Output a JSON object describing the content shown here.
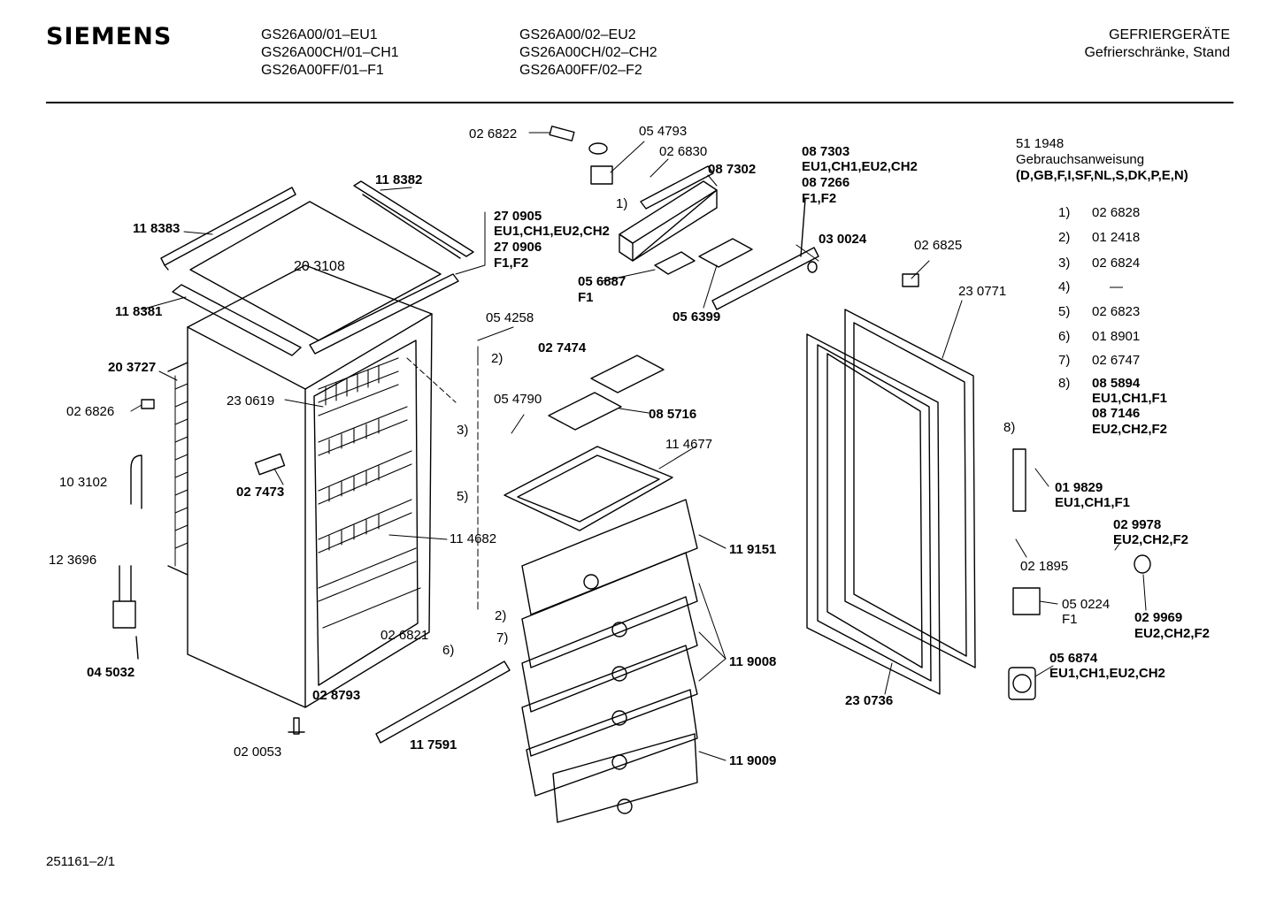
{
  "header": {
    "brand": "SIEMENS",
    "models_col1": [
      "GS26A00/01–EU1",
      "GS26A00CH/01–CH1",
      "GS26A00FF/01–F1"
    ],
    "models_col2": [
      "GS26A00/02–EU2",
      "GS26A00CH/02–CH2",
      "GS26A00FF/02–F2"
    ],
    "category": "GEFRIERGERÄTE",
    "subcategory": "Gefrierschränke, Stand"
  },
  "footer": {
    "doc_id": "251161–2/1"
  },
  "manual": {
    "number": "51 1948",
    "title": "Gebrauchsanweisung",
    "languages": "(D,GB,F,I,SF,NL,S,DK,P,E,N)"
  },
  "legend": [
    {
      "num": "1)",
      "part": "02 6828"
    },
    {
      "num": "2)",
      "part": "01 2418"
    },
    {
      "num": "3)",
      "part": "02 6824"
    },
    {
      "num": "4)",
      "part": "—"
    },
    {
      "num": "5)",
      "part": "02 6823"
    },
    {
      "num": "6)",
      "part": "01 8901"
    },
    {
      "num": "7)",
      "part": "02 6747"
    },
    {
      "num": "8)",
      "part": "08 5894",
      "part2": "EU1,CH1,F1",
      "part3": "08 7146",
      "part4": "EU2,CH2,F2"
    }
  ],
  "labels": {
    "p026822": "02 6822",
    "p054793": "05 4793",
    "p026830": "02 6830",
    "p087302": "08 7302",
    "p087303": "08 7303",
    "p087303_var": "EU1,CH1,EU2,CH2",
    "p087266": "08 7266",
    "p087266_var": "F1,F2",
    "ref1": "1)",
    "p118382": "11 8382",
    "p118383": "11 8383",
    "p203108": "20 3108",
    "p270905": "27 0905",
    "p270905_var": "EU1,CH1,EU2,CH2",
    "p270906": "27 0906",
    "p270906_var": "F1,F2",
    "p056887": "05 6887",
    "p056887_var": "F1",
    "p056399": "05 6399",
    "p030024": "03 0024",
    "p026825": "02 6825",
    "p230771": "23 0771",
    "p118381": "11 8381",
    "p054258": "05 4258",
    "ref2a": "2)",
    "p027474": "02 7474",
    "p203727": "20 3727",
    "p230619": "23 0619",
    "p026826": "02 6826",
    "ref3": "3)",
    "p054790": "05 4790",
    "p085716": "08 5716",
    "p114677": "11 4677",
    "p103102": "10 3102",
    "p027473": "02 7473",
    "ref5": "5)",
    "p114682": "11 4682",
    "p119151": "11 9151",
    "p123696": "12 3696",
    "ref2b": "2)",
    "ref7": "7)",
    "p026821": "02 6821",
    "ref6": "6)",
    "p119008": "11 9008",
    "p045032": "04 5032",
    "p028793": "02 8793",
    "p117591": "11 7591",
    "p020053": "02 0053",
    "p119009": "11 9009",
    "p230736": "23 0736",
    "ref8": "8)",
    "p019829": "01 9829",
    "p019829_var": "EU1,CH1,F1",
    "p029978": "02 9978",
    "p029978_var": "EU2,CH2,F2",
    "p021895": "02 1895",
    "p050224": "05 0224",
    "p050224_var": "F1",
    "p029969": "02 9969",
    "p029969_var": "EU2,CH2,F2",
    "p056874": "05 6874",
    "p056874_var": "EU1,CH1,EU2,CH2"
  }
}
